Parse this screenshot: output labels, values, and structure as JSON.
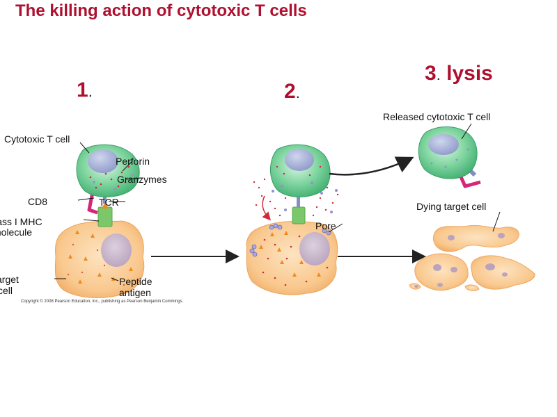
{
  "title": "The killing action of cytotoxic T cells",
  "steps": {
    "s1": {
      "num": "1",
      "dot": "."
    },
    "s2": {
      "num": "2",
      "dot": "."
    },
    "s3": {
      "num": "3",
      "dot": ".",
      "word": " lysis"
    }
  },
  "labels": {
    "cytotoxic_t_cell": "Cytotoxic T cell",
    "perforin": "Perforin",
    "granzymes": "Granzymes",
    "cd8": "CD8",
    "tcr": "TCR",
    "class_mhc_1": "Class I MHC",
    "class_mhc_2": "molecule",
    "target_cell_1": "Target",
    "target_cell_2": "cell",
    "peptide_1": "Peptide",
    "peptide_2": "antigen",
    "pore": "Pore",
    "released": "Released cytotoxic T cell",
    "dying": "Dying target cell"
  },
  "copyright": "Copyright © 2008 Pearson Education, Inc., publishing as Pearson Benjamin Cummings.",
  "colors": {
    "title": "#b01030",
    "t_cell_fill": "#5fc48a",
    "t_cell_nucleus": "#9fa9d2",
    "target_fill": "#f8c58a",
    "target_nucleus": "#c8b4c4",
    "mhc": "#7ac86a",
    "cd8": "#d5267a",
    "antigen": "#ee8a20",
    "granule_dot": "#d02a3a",
    "perforin_dot": "#9090d8",
    "arrow": "#222222"
  }
}
